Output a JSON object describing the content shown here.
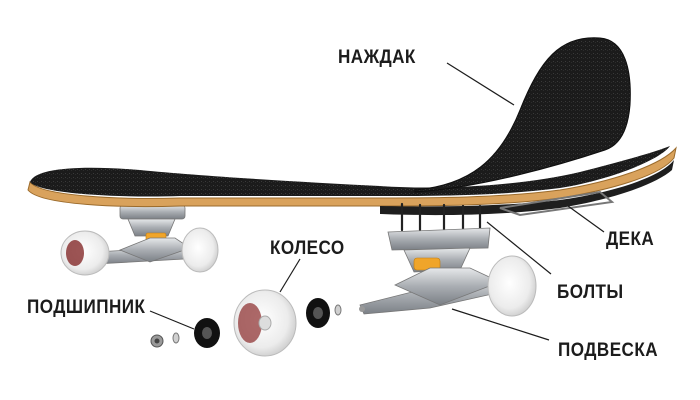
{
  "labels": {
    "grip": "НАЖДАК",
    "deck": "ДЕКА",
    "bolts": "БОЛТЫ",
    "wheel": "КОЛЕСО",
    "bearing": "ПОДШИПНИК",
    "truck": "ПОДВЕСКА"
  },
  "colors": {
    "label_text": "#1c1c1c",
    "leader_line": "#1c1c1c",
    "grip_tape": "#1a1a1a",
    "deck_wood": "#d9a25c",
    "truck_metal": "#b9bcc0",
    "bushing": "#f0a52a",
    "wheel": "#f2f2f2",
    "bearing": "#111111"
  },
  "icons": [
    "skateboard-deck",
    "truck",
    "wheel",
    "bearing",
    "bolt"
  ]
}
